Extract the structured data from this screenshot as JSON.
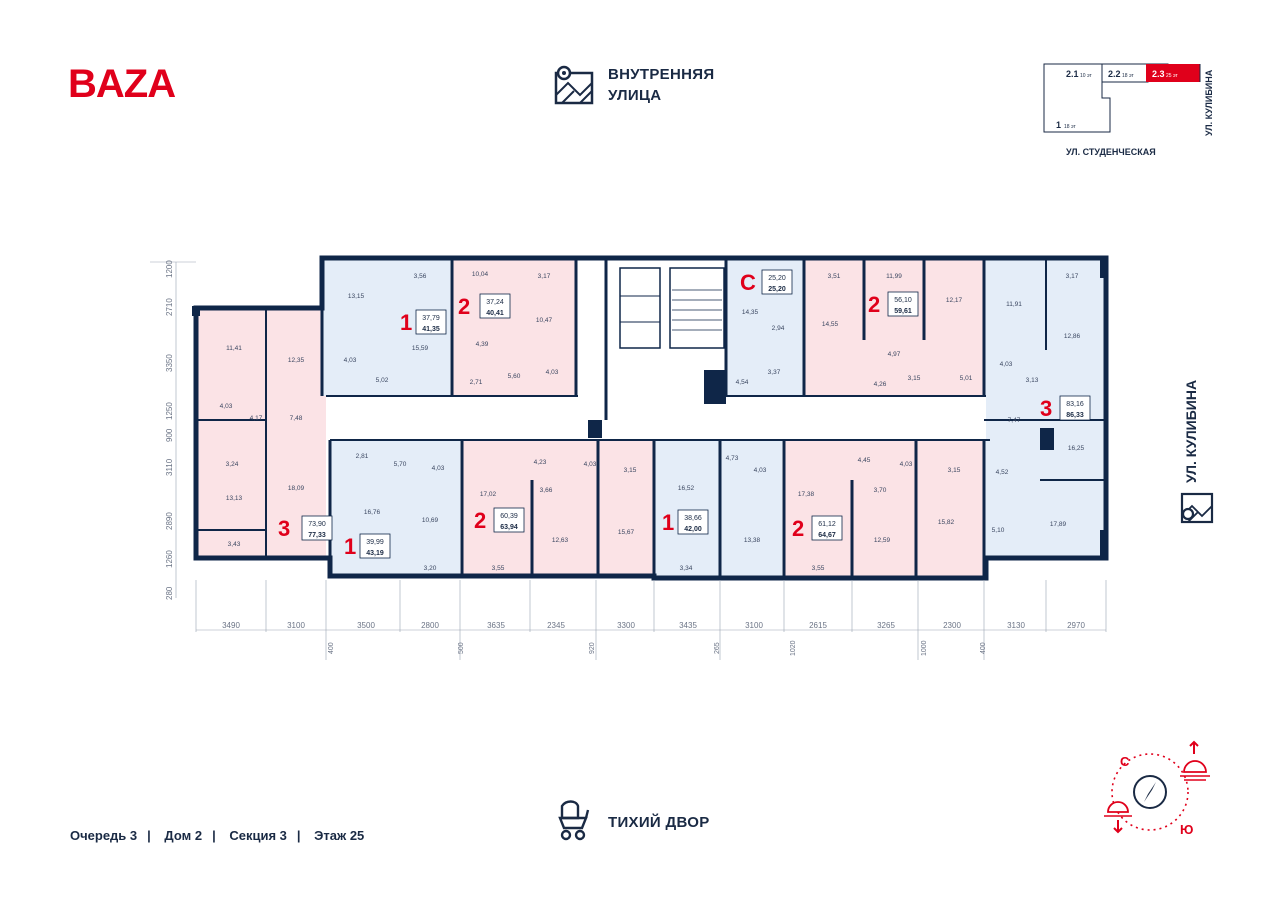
{
  "brand": {
    "logo": "BAZA",
    "accent": "#e0001b",
    "navy": "#0f2648"
  },
  "streets": {
    "top": {
      "line1": "ВНУТРЕННЯЯ",
      "line2": "УЛИЦА",
      "icon": "map-icon"
    },
    "bottom": {
      "label": "ТИХИЙ ДВОР",
      "icon": "stroller-icon"
    },
    "right": {
      "label": "УЛ. КУЛИБИНА",
      "icon": "map-icon"
    }
  },
  "keymap": {
    "sections": [
      {
        "name": "2.1",
        "floors": "10 эт",
        "active": false
      },
      {
        "name": "2.2",
        "floors": "18 эт",
        "active": false
      },
      {
        "name": "2.3",
        "floors": "25 эт",
        "active": true
      },
      {
        "name": "1",
        "floors": "18 эт",
        "active": false
      }
    ],
    "street_bottom": "УЛ. СТУДЕНЧЕСКАЯ",
    "street_right": "УЛ. КУЛИБИНА"
  },
  "footer": {
    "queue": "Очередь 3",
    "house": "Дом 2",
    "section": "Секция 3",
    "floor": "Этаж 25"
  },
  "compass": {
    "north": "С",
    "south": "Ю"
  },
  "colors": {
    "one_room": "#e4edf8",
    "two_room": "#fbe3e6",
    "wall": "#0f2648"
  },
  "apartments": [
    {
      "id": "a1",
      "rooms": "1",
      "area": "37,79",
      "total": "41,35",
      "color": "blue"
    },
    {
      "id": "a2",
      "rooms": "2",
      "area": "37,24",
      "total": "40,41",
      "color": "pink"
    },
    {
      "id": "a3",
      "rooms": "С",
      "area": "25,20",
      "total": "25,20",
      "color": "blue"
    },
    {
      "id": "a4",
      "rooms": "2",
      "area": "56,10",
      "total": "59,61",
      "color": "pink"
    },
    {
      "id": "a5",
      "rooms": "3",
      "area": "83,16",
      "total": "86,33",
      "color": "blue"
    },
    {
      "id": "a6",
      "rooms": "3",
      "area": "73,90",
      "total": "77,33",
      "color": "pink"
    },
    {
      "id": "a7",
      "rooms": "1",
      "area": "39,99",
      "total": "43,19",
      "color": "blue"
    },
    {
      "id": "a8",
      "rooms": "2",
      "area": "60,39",
      "total": "63,94",
      "color": "pink"
    },
    {
      "id": "a9",
      "rooms": "1",
      "area": "38,66",
      "total": "42,00",
      "color": "blue"
    },
    {
      "id": "a10",
      "rooms": "2",
      "area": "61,12",
      "total": "64,67",
      "color": "pink"
    }
  ],
  "room_areas": {
    "r1": "13,15",
    "r2": "3,56",
    "r3": "4,03",
    "r4": "5,02",
    "r5": "15,59",
    "r6": "10,04",
    "r7": "3,17",
    "r8": "10,47",
    "r9": "4,39",
    "r10": "2,71",
    "r11": "5,60",
    "r12": "4,03",
    "r13": "14,35",
    "r14": "2,94",
    "r15": "4,54",
    "r16": "3,37",
    "r17": "3,51",
    "r18": "11,99",
    "r19": "14,55",
    "r20": "12,17",
    "r21": "4,97",
    "r22": "4,26",
    "r23": "3,15",
    "r24": "5,01",
    "r25": "11,91",
    "r26": "3,17",
    "r27": "12,86",
    "r28": "4,03",
    "r29": "3,13",
    "r30": "7,47",
    "r31": "16,25",
    "r32": "4,52",
    "r33": "5,10",
    "r34": "17,89",
    "r35": "11,41",
    "r36": "12,35",
    "r37": "4,03",
    "r38": "4,17",
    "r39": "7,48",
    "r40": "3,24",
    "r41": "13,13",
    "r42": "18,09",
    "r43": "3,43",
    "r44": "2,81",
    "r45": "5,70",
    "r46": "4,03",
    "r47": "16,76",
    "r48": "10,69",
    "r49": "3,20",
    "r50": "17,02",
    "r51": "4,23",
    "r52": "3,66",
    "r53": "4,03",
    "r54": "3,15",
    "r55": "12,63",
    "r56": "15,67",
    "r57": "3,55",
    "r58": "16,52",
    "r59": "4,73",
    "r60": "4,03",
    "r61": "13,38",
    "r62": "3,34",
    "r63": "17,38",
    "r64": "4,45",
    "r65": "4,03",
    "r66": "3,70",
    "r67": "3,15",
    "r68": "12,59",
    "r69": "15,82",
    "r70": "3,55"
  },
  "dims_bottom": [
    "3490",
    "3100",
    "3500",
    "2800",
    "3635",
    "2345",
    "3300",
    "3435",
    "3100",
    "2615",
    "3265",
    "2300",
    "3130",
    "2970"
  ],
  "dims_sub": [
    "400",
    "500",
    "920",
    "265",
    "1020",
    "1000",
    "400"
  ],
  "dims_left": [
    "1200",
    "2710",
    "3350",
    "1250",
    "900",
    "3110",
    "2890",
    "1260",
    "280"
  ]
}
